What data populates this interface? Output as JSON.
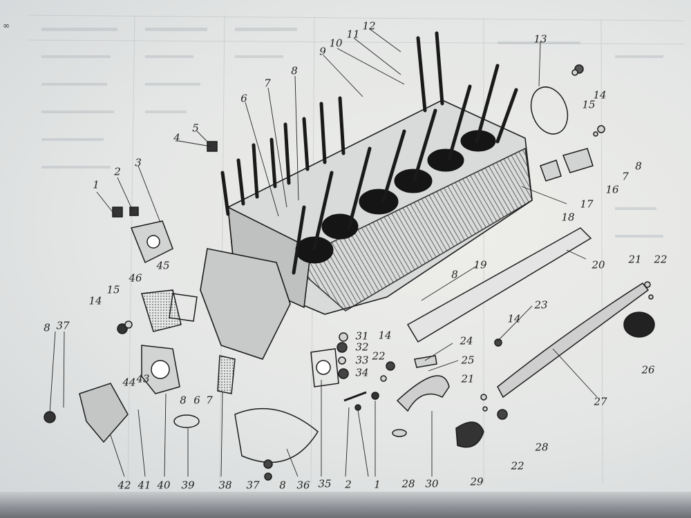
{
  "figure": {
    "corner_mark": "∞",
    "callouts": [
      {
        "id": "c1a",
        "text": "1"
      },
      {
        "id": "c2a",
        "text": "2"
      },
      {
        "id": "c3",
        "text": "3"
      },
      {
        "id": "c4",
        "text": "4"
      },
      {
        "id": "c5",
        "text": "5"
      },
      {
        "id": "c6a",
        "text": "6"
      },
      {
        "id": "c7a",
        "text": "7"
      },
      {
        "id": "c8a",
        "text": "8"
      },
      {
        "id": "c9",
        "text": "9"
      },
      {
        "id": "c10",
        "text": "10"
      },
      {
        "id": "c11",
        "text": "11"
      },
      {
        "id": "c12",
        "text": "12"
      },
      {
        "id": "c13",
        "text": "13"
      },
      {
        "id": "c14a",
        "text": "14"
      },
      {
        "id": "c15a",
        "text": "15"
      },
      {
        "id": "c8b",
        "text": "8"
      },
      {
        "id": "c7b",
        "text": "7"
      },
      {
        "id": "c16",
        "text": "16"
      },
      {
        "id": "c17",
        "text": "17"
      },
      {
        "id": "c18",
        "text": "18"
      },
      {
        "id": "c20",
        "text": "20"
      },
      {
        "id": "c19",
        "text": "19"
      },
      {
        "id": "c8c",
        "text": "8"
      },
      {
        "id": "c21a",
        "text": "21"
      },
      {
        "id": "c22a",
        "text": "22"
      },
      {
        "id": "c26",
        "text": "26"
      },
      {
        "id": "c23",
        "text": "23"
      },
      {
        "id": "c14b",
        "text": "14"
      },
      {
        "id": "c27",
        "text": "27"
      },
      {
        "id": "c24",
        "text": "24"
      },
      {
        "id": "c25",
        "text": "25"
      },
      {
        "id": "c14c",
        "text": "14"
      },
      {
        "id": "c22b",
        "text": "22"
      },
      {
        "id": "c21b",
        "text": "21"
      },
      {
        "id": "c22c",
        "text": "22"
      },
      {
        "id": "c28a",
        "text": "28"
      },
      {
        "id": "c29",
        "text": "29"
      },
      {
        "id": "c30",
        "text": "30"
      },
      {
        "id": "c28b",
        "text": "28"
      },
      {
        "id": "c1b",
        "text": "1"
      },
      {
        "id": "c2b",
        "text": "2"
      },
      {
        "id": "c31",
        "text": "31"
      },
      {
        "id": "c32",
        "text": "32"
      },
      {
        "id": "c33",
        "text": "33"
      },
      {
        "id": "c34",
        "text": "34"
      },
      {
        "id": "c35",
        "text": "35"
      },
      {
        "id": "c36",
        "text": "36"
      },
      {
        "id": "c8d",
        "text": "8"
      },
      {
        "id": "c37a",
        "text": "37"
      },
      {
        "id": "c38",
        "text": "38"
      },
      {
        "id": "c39",
        "text": "39"
      },
      {
        "id": "c40",
        "text": "40"
      },
      {
        "id": "c41",
        "text": "41"
      },
      {
        "id": "c42",
        "text": "42"
      },
      {
        "id": "c43",
        "text": "43"
      },
      {
        "id": "c44",
        "text": "44"
      },
      {
        "id": "c8e",
        "text": "8"
      },
      {
        "id": "c6b",
        "text": "6"
      },
      {
        "id": "c7c",
        "text": "7"
      },
      {
        "id": "c45",
        "text": "45"
      },
      {
        "id": "c46",
        "text": "46"
      },
      {
        "id": "c14d",
        "text": "14"
      },
      {
        "id": "c15b",
        "text": "15"
      },
      {
        "id": "c8f",
        "text": "8"
      },
      {
        "id": "c37b",
        "text": "37"
      }
    ]
  }
}
